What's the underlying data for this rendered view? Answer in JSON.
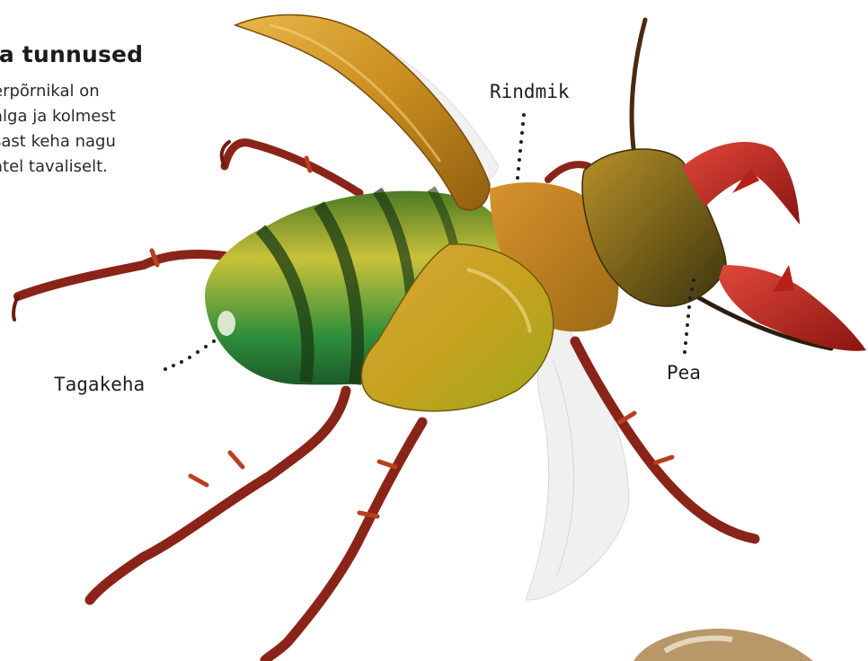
{
  "text_block": {
    "heading": "ka tunnused",
    "lines": [
      "erpõrnikal on",
      "alga ja kolmest",
      "sast keha nagu",
      "atel tavaliselt."
    ]
  },
  "labels": {
    "thorax": "Rindmik",
    "head": "Pea",
    "abdomen": "Tagakeha"
  },
  "colors": {
    "leg": "#8a2418",
    "mandible": "#c0271d",
    "elytra": "#c98d1e",
    "abdomen_green": "#2f8e3a",
    "abdomen_yellow": "#c9c23a",
    "wing": "#eeeeee"
  }
}
